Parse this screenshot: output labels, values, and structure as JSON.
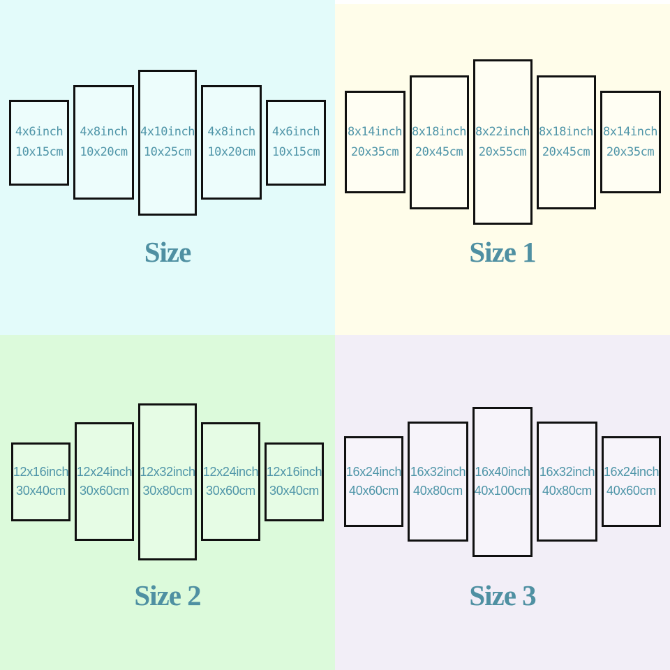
{
  "colors": {
    "quadrant1_bg": "#e3fbfa",
    "quadrant2_bg": "#fffdea",
    "quadrant3_bg": "#dcfadb",
    "quadrant4_bg": "#f2eef7",
    "label_text": "#4f95a8",
    "title_text": "#4f90a2",
    "panel_border": "#101010",
    "top_strip": "#ffffff"
  },
  "quadrants": [
    {
      "title": "Size",
      "panels": [
        {
          "line1": "4x6inch",
          "line2": "10x15cm"
        },
        {
          "line1": "4x8inch",
          "line2": "10x20cm"
        },
        {
          "line1": "4x10inch",
          "line2": "10x25cm"
        },
        {
          "line1": "4x8inch",
          "line2": "10x20cm"
        },
        {
          "line1": "4x6inch",
          "line2": "10x15cm"
        }
      ]
    },
    {
      "title": "Size 1",
      "panels": [
        {
          "line1": "8x14inch",
          "line2": "20x35cm"
        },
        {
          "line1": "8x18inch",
          "line2": "20x45cm"
        },
        {
          "line1": "8x22inch",
          "line2": "20x55cm"
        },
        {
          "line1": "8x18inch",
          "line2": "20x45cm"
        },
        {
          "line1": "8x14inch",
          "line2": "20x35cm"
        }
      ]
    },
    {
      "title": "Size 2",
      "panels": [
        {
          "line1": "12x16inch",
          "line2": "30x40cm"
        },
        {
          "line1": "12x24inch",
          "line2": "30x60cm"
        },
        {
          "line1": "12x32inch",
          "line2": "30x80cm"
        },
        {
          "line1": "12x24inch",
          "line2": "30x60cm"
        },
        {
          "line1": "12x16inch",
          "line2": "30x40cm"
        }
      ]
    },
    {
      "title": "Size 3",
      "panels": [
        {
          "line1": "16x24inch",
          "line2": "40x60cm"
        },
        {
          "line1": "16x32inch",
          "line2": "40x80cm"
        },
        {
          "line1": "16x40inch",
          "line2": "40x100cm"
        },
        {
          "line1": "16x32inch",
          "line2": "40x80cm"
        },
        {
          "line1": "16x24inch",
          "line2": "40x60cm"
        }
      ]
    }
  ]
}
